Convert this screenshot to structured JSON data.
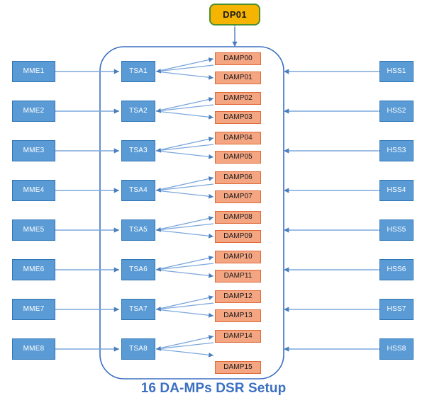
{
  "diagram": {
    "caption": "16 DA-MPs DSR Setup",
    "colors": {
      "blue_fill": "#5B9BD5",
      "blue_border": "#2E75B6",
      "salmon_fill": "#F4A582",
      "salmon_border": "#E06A38",
      "dp_fill": "#F5B400",
      "dp_border": "#4E8F2E",
      "wire": "#4A7EBB",
      "caption_color": "#3B6FC2",
      "container_border": "#3B6FC2"
    },
    "top_node": {
      "label": "DP01"
    },
    "left_column": {
      "title": "MME nodes",
      "items": [
        {
          "label": "MME1"
        },
        {
          "label": "MME2"
        },
        {
          "label": "MME3"
        },
        {
          "label": "MME4"
        },
        {
          "label": "MME5"
        },
        {
          "label": "MME6"
        },
        {
          "label": "MME7"
        },
        {
          "label": "MME8"
        }
      ]
    },
    "center_column": {
      "title": "TSA nodes",
      "items": [
        {
          "label": "TSA1"
        },
        {
          "label": "TSA2"
        },
        {
          "label": "TSA3"
        },
        {
          "label": "TSA4"
        },
        {
          "label": "TSA5"
        },
        {
          "label": "TSA6"
        },
        {
          "label": "TSA7"
        },
        {
          "label": "TSA8"
        }
      ]
    },
    "damp_column": {
      "title": "DA-MP nodes",
      "items": [
        {
          "label": "DAMP00"
        },
        {
          "label": "DAMP01"
        },
        {
          "label": "DAMP02"
        },
        {
          "label": "DAMP03"
        },
        {
          "label": "DAMP04"
        },
        {
          "label": "DAMP05"
        },
        {
          "label": "DAMP06"
        },
        {
          "label": "DAMP07"
        },
        {
          "label": "DAMP08"
        },
        {
          "label": "DAMP09"
        },
        {
          "label": "DAMP10"
        },
        {
          "label": "DAMP11"
        },
        {
          "label": "DAMP12"
        },
        {
          "label": "DAMP13"
        },
        {
          "label": "DAMP14"
        },
        {
          "label": "DAMP15"
        }
      ]
    },
    "right_column": {
      "title": "HSS nodes",
      "items": [
        {
          "label": "HSS1"
        },
        {
          "label": "HSS2"
        },
        {
          "label": "HSS3"
        },
        {
          "label": "HSS4"
        },
        {
          "label": "HSS5"
        },
        {
          "label": "HSS6"
        },
        {
          "label": "HSS7"
        },
        {
          "label": "HSS8"
        }
      ]
    }
  }
}
